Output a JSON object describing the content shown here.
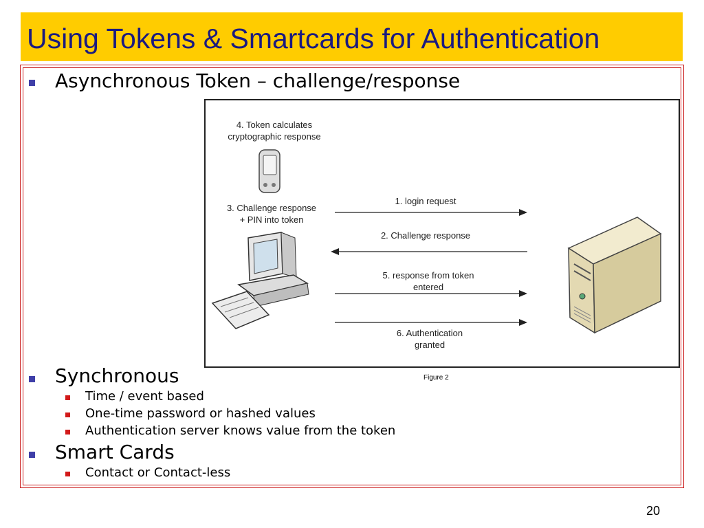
{
  "slide": {
    "title": "Using Tokens & Smartcards for Authentication",
    "page_number": "20"
  },
  "bullets": [
    {
      "text": "Asynchronous Token – challenge/response"
    },
    {
      "text": "Synchronous",
      "sub": [
        "Time / event based",
        "One-time password or hashed values",
        "Authentication server knows value from the token"
      ]
    },
    {
      "text": "Smart Cards",
      "sub": [
        "Contact or Contact-less"
      ]
    }
  ],
  "figure": {
    "caption": "Figure 2",
    "token_label": [
      "4. Token calculates",
      "cryptographic response"
    ],
    "pc_label": [
      "3. Challenge response",
      "+ PIN into token"
    ],
    "arrows": [
      {
        "lines": [
          "1. login request"
        ],
        "direction": "right"
      },
      {
        "lines": [
          "2. Challenge response"
        ],
        "direction": "left"
      },
      {
        "lines": [
          "5. response from token",
          "entered"
        ],
        "direction": "right"
      },
      {
        "lines": [
          "6. Authentication",
          "granted"
        ],
        "direction": "right"
      }
    ]
  },
  "colors": {
    "title_background": "#ffcc00",
    "title_text": "#1a1a80",
    "frame_border": "#cc1f1f",
    "level1_bullet": "#3f3fa8",
    "level2_bullet": "#d21a1a"
  }
}
